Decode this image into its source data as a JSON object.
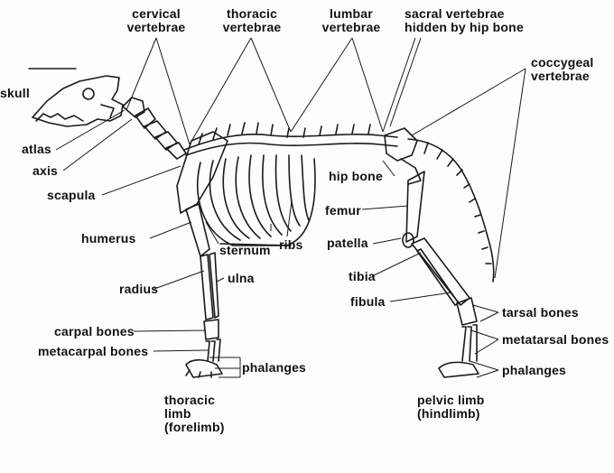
{
  "labels": {
    "skull": "skull",
    "cervical": [
      "cervical",
      "vertebrae"
    ],
    "thoracic_vert": [
      "thoracic",
      "vertebrae"
    ],
    "lumbar": [
      "lumbar",
      "vertebrae"
    ],
    "sacral": [
      "sacral vertebrae",
      "hidden by hip bone"
    ],
    "coccygeal": [
      "coccygeal",
      "vertebrae"
    ],
    "atlas": "atlas",
    "axis": "axis",
    "scapula": "scapula",
    "humerus": "humerus",
    "sternum": "sternum",
    "ribs": "ribs",
    "radius": "radius",
    "ulna": "ulna",
    "carpal": "carpal bones",
    "metacarpal": "metacarpal bones",
    "phalanges_fore": "phalanges",
    "hip_bone": "hip bone",
    "femur": "femur",
    "patella": "patella",
    "tibia": "tibia",
    "fibula": "fibula",
    "tarsal": "tarsal bones",
    "metatarsal": "metatarsal bones",
    "phalanges_hind": "phalanges",
    "thoracic_limb": [
      "thoracic",
      "limb",
      "(forelimb)"
    ],
    "pelvic_limb": [
      "pelvic limb",
      "(hindlimb)"
    ]
  }
}
